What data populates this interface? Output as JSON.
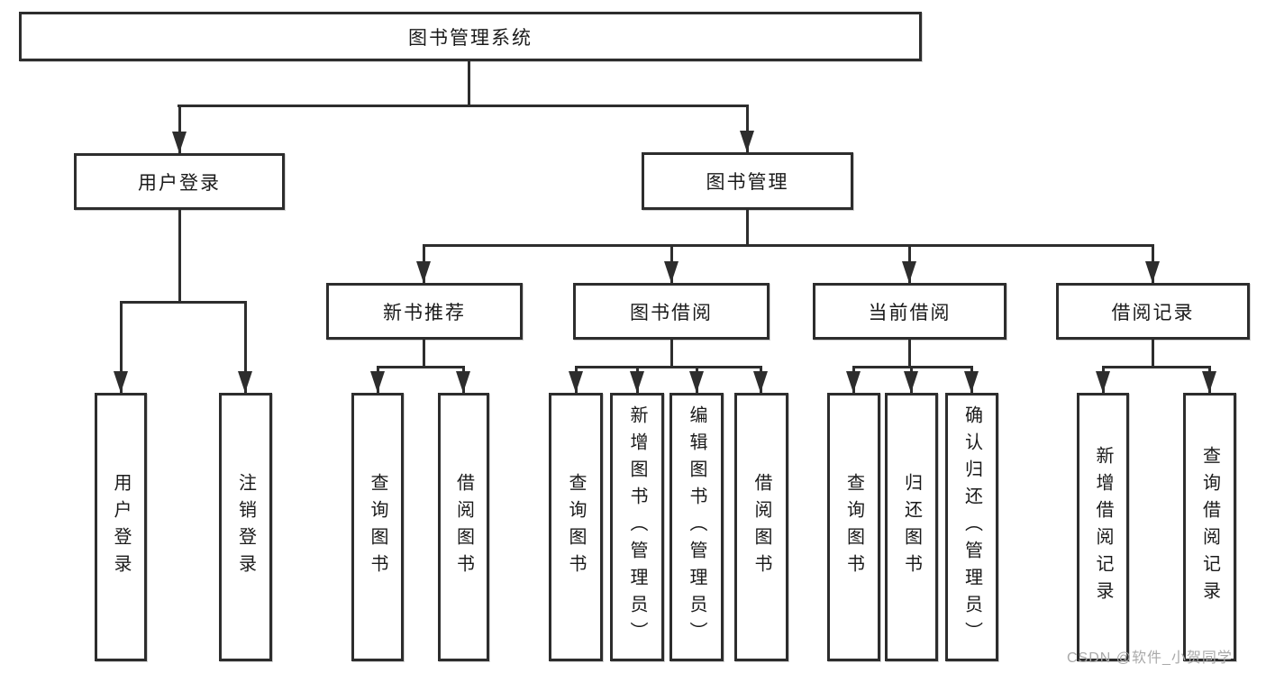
{
  "colors": {
    "line": "#2d2d2d",
    "box_border": "#2d2d2d",
    "text": "#1a1a1a",
    "background": "#ffffff",
    "watermark": "#a9a9a9"
  },
  "diagram": {
    "root": {
      "label": "图书管理系统"
    },
    "level2": [
      {
        "label": "用户登录"
      },
      {
        "label": "图书管理"
      }
    ],
    "level3": [
      {
        "label": "新书推荐"
      },
      {
        "label": "图书借阅"
      },
      {
        "label": "当前借阅"
      },
      {
        "label": "借阅记录"
      }
    ],
    "leaves": {
      "user_login": [
        "用户登录",
        "注销登录"
      ],
      "new_book_recommend": [
        "查询图书",
        "借阅图书"
      ],
      "book_borrow": [
        "查询图书",
        "新增图书（管理员）",
        "编辑图书（管理员）",
        "借阅图书"
      ],
      "current_borrow": [
        "查询图书",
        "归还图书",
        "确认归还（管理员）"
      ],
      "borrow_records": [
        "新增借阅记录",
        "查询借阅记录"
      ]
    }
  },
  "watermark": {
    "text": "CSDN @软件_小贺同学"
  }
}
